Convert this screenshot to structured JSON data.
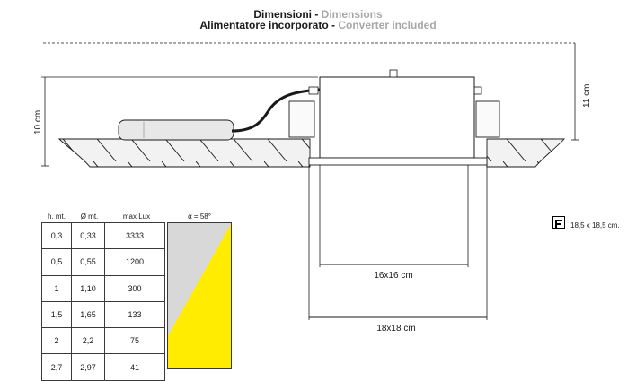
{
  "title": {
    "line1_main": "Dimensioni - ",
    "line1_sub": "Dimensions",
    "line2_main": "Alimentatore incorporato - ",
    "line2_sub": "Converter included"
  },
  "dimensions": {
    "left_height": "10 cm",
    "right_height": "11 cm",
    "inner_width": "16x16 cm",
    "outer_width": "18x18 cm"
  },
  "table": {
    "headers": [
      "h. mt.",
      "Ø mt.",
      "max Lux",
      "α = 58°"
    ],
    "rows": [
      [
        "0,3",
        "0,33",
        "3333"
      ],
      [
        "0,5",
        "0,55",
        "1200"
      ],
      [
        "1",
        "1,10",
        "300"
      ],
      [
        "1,5",
        "1,65",
        "133"
      ],
      [
        "2",
        "2,2",
        "75"
      ],
      [
        "2,7",
        "2,97",
        "41"
      ]
    ]
  },
  "cutout": {
    "icon": "cutout-square-icon",
    "label": "18,5 x 18,5 cm."
  },
  "colors": {
    "line": "#1a1a1a",
    "grey_fill": "#d8d8d8",
    "yellow_fill": "#ffec00",
    "hatch_fill": "#f2f2f2",
    "subtitle_grey": "#a8a8a8"
  }
}
